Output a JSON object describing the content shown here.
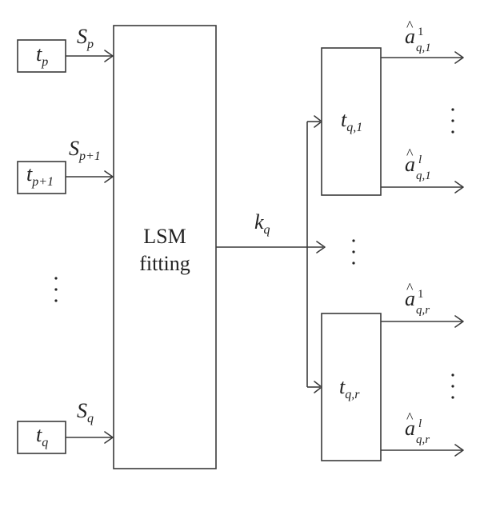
{
  "inputs": {
    "tp": {
      "base": "t",
      "sub": "p"
    },
    "tp1": {
      "base": "t",
      "sub": "p+1"
    },
    "tq": {
      "base": "t",
      "sub": "q"
    },
    "sp": {
      "base": "S",
      "sub": "p"
    },
    "sp1": {
      "base": "S",
      "sub": "p+1"
    },
    "sq": {
      "base": "S",
      "sub": "q"
    }
  },
  "fitting": {
    "line1": "LSM",
    "line2": "fitting"
  },
  "kq": {
    "base": "k",
    "sub": "q"
  },
  "outputs": {
    "tq1": {
      "base": "t",
      "sub": "q,1"
    },
    "tqr": {
      "base": "t",
      "sub": "q,r"
    },
    "a_q1_top": {
      "base": "a",
      "hat": "^",
      "sup": "1",
      "sub": "q,1"
    },
    "a_q1_bot": {
      "base": "a",
      "hat": "^",
      "sup": "l",
      "sub": "q,1"
    },
    "a_qr_top": {
      "base": "a",
      "hat": "^",
      "sup": "1",
      "sub": "q,r"
    },
    "a_qr_bot": {
      "base": "a",
      "hat": "^",
      "sup": "l",
      "sub": "q,r"
    }
  }
}
